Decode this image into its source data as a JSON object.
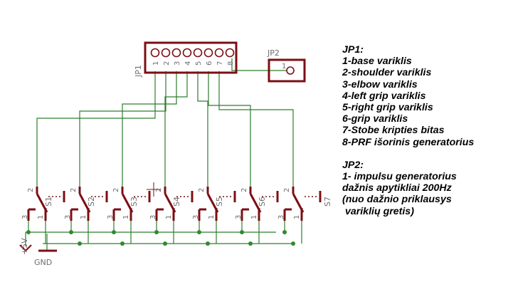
{
  "jp1": {
    "designator": "JP1",
    "pins": [
      "1",
      "2",
      "3",
      "4",
      "5",
      "6",
      "7",
      "8"
    ]
  },
  "jp2": {
    "designator": "JP2",
    "pin": "1"
  },
  "switches": [
    {
      "label": "S1",
      "pins": {
        "common": "2",
        "a": "3",
        "b": "1"
      }
    },
    {
      "label": "S2",
      "pins": {
        "common": "2",
        "a": "3",
        "b": "1"
      }
    },
    {
      "label": "S3",
      "pins": {
        "common": "2",
        "a": "3",
        "b": "1"
      }
    },
    {
      "label": "S4",
      "pins": {
        "common": "2",
        "a": "3",
        "b": "1"
      }
    },
    {
      "label": "S5",
      "pins": {
        "common": "2",
        "a": "3",
        "b": "1"
      }
    },
    {
      "label": "S6",
      "pins": {
        "common": "2",
        "a": "3",
        "b": "1"
      }
    },
    {
      "label": "S7",
      "pins": {
        "common": "2",
        "a": "3",
        "b": "1"
      }
    }
  ],
  "power": {
    "supply_label": "+5V",
    "ground_label": "GND"
  },
  "notes": {
    "jp1_title": "JP1:",
    "jp1_items": [
      "1-base variklis",
      "2-shoulder variklis",
      "3-elbow variklis",
      "4-left grip variklis",
      "5-right grip variklis",
      "6-grip variklis",
      "7-Stobe kripties bitas",
      "8-PRF išorinis generatorius"
    ],
    "jp2_title": "JP2:",
    "jp2_lines": [
      "1- impulsu generatorius",
      "dažnis apytikliai 200Hz",
      "(nuo dažnio priklausys",
      " variklių gretis)"
    ]
  },
  "colors": {
    "wire": "#2e7d2e",
    "component": "#7b0f14",
    "junction": "#2e8b2e",
    "label": "#6e6e6e"
  }
}
